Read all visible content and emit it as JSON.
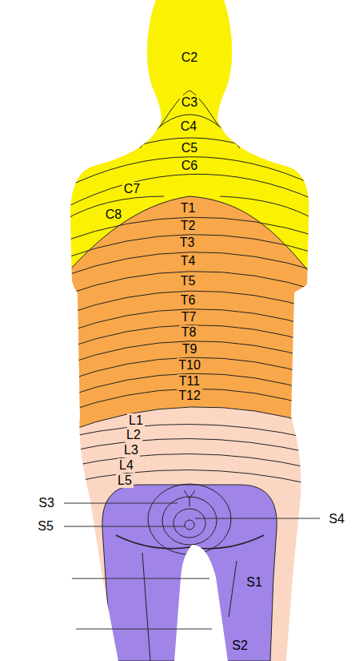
{
  "diagram": {
    "labels": [
      "C2",
      "C3",
      "C4",
      "C5",
      "C6",
      "C7",
      "C8",
      "T1",
      "T2",
      "T3",
      "T4",
      "T5",
      "T6",
      "T7",
      "T8",
      "T9",
      "T10",
      "T11",
      "T12",
      "L1",
      "L2",
      "L3",
      "L4",
      "L5",
      "S3",
      "S4",
      "S5",
      "S1",
      "S2"
    ]
  }
}
